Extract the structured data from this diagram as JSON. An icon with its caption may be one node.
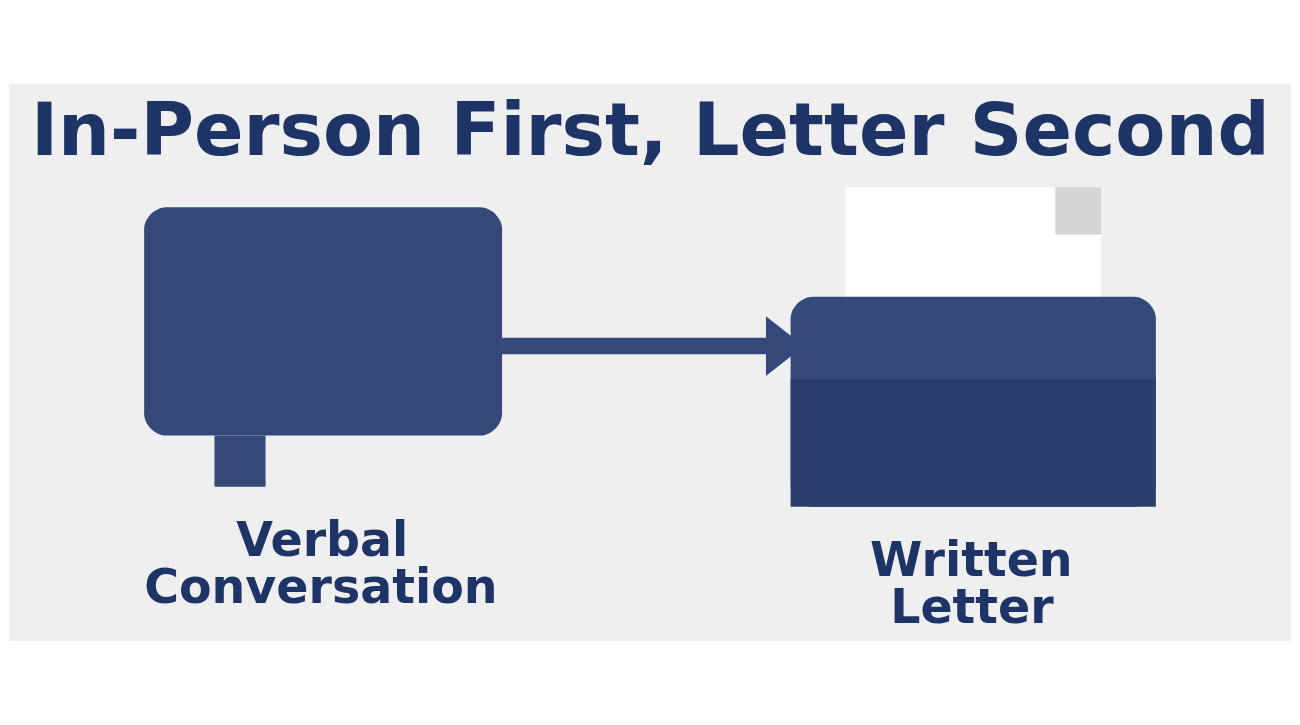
{
  "diagram": {
    "title": "In-Person First, Letter Second",
    "nodes": [
      {
        "text": [],
        "shape": "picture",
        "beside": [
          "Verbal Conversation"
        ]
      },
      {
        "text": [],
        "shape": "picture",
        "beside": [
          "Written Letter"
        ]
      }
    ],
    "edges": [
      {
        "from": 0,
        "to": 1,
        "arrow": "to"
      }
    ]
  }
}
